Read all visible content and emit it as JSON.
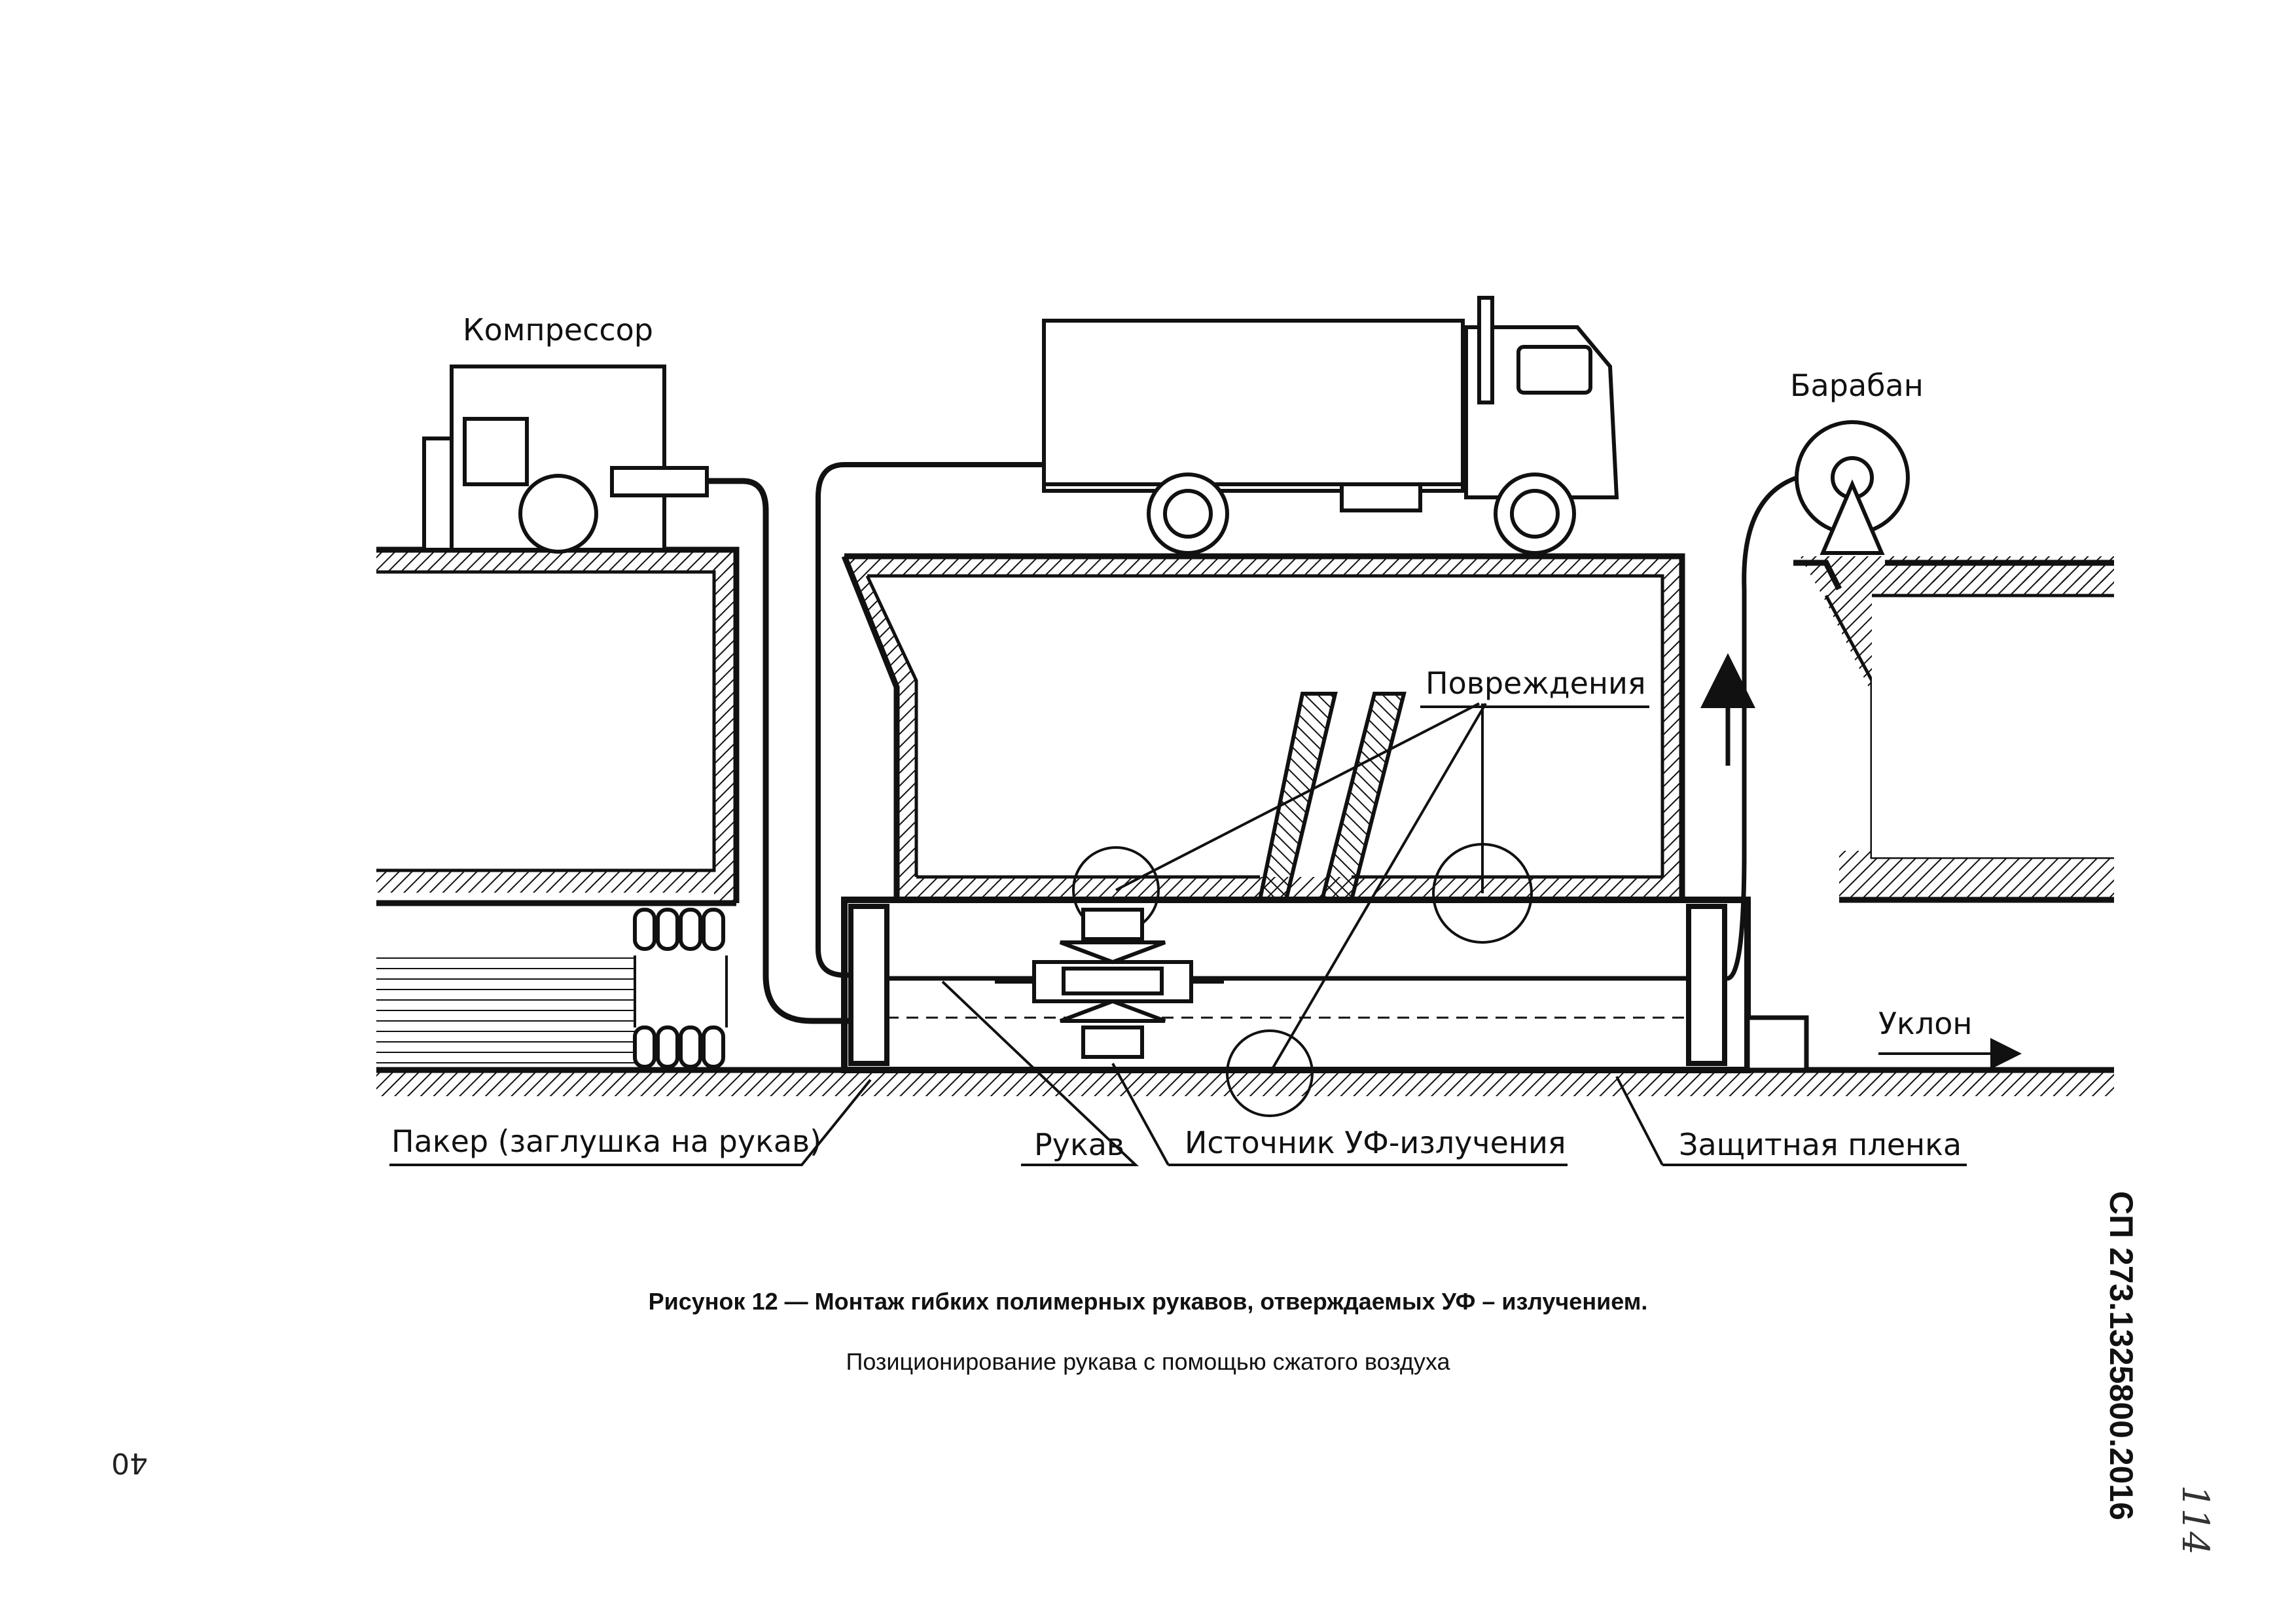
{
  "figure": {
    "labels": {
      "compressor": "Компрессор",
      "drum": "Барабан",
      "damages": "Повреждения",
      "slope": "Уклон",
      "packer": "Пакер (заглушка на рукав)",
      "sleeve": "Рукав",
      "uv_source": "Источник УФ-излучения",
      "protective_film": "Защитная пленка"
    }
  },
  "caption": {
    "line1": "Рисунок 12 — Монтаж гибких полимерных рукавов, отверждаемых УФ – излучением.",
    "line2": "Позиционирование рукава с помощью сжатого воздуха"
  },
  "document_code": "СП 273.1325800.2016",
  "page_number": "40",
  "handwritten_mark": "114"
}
